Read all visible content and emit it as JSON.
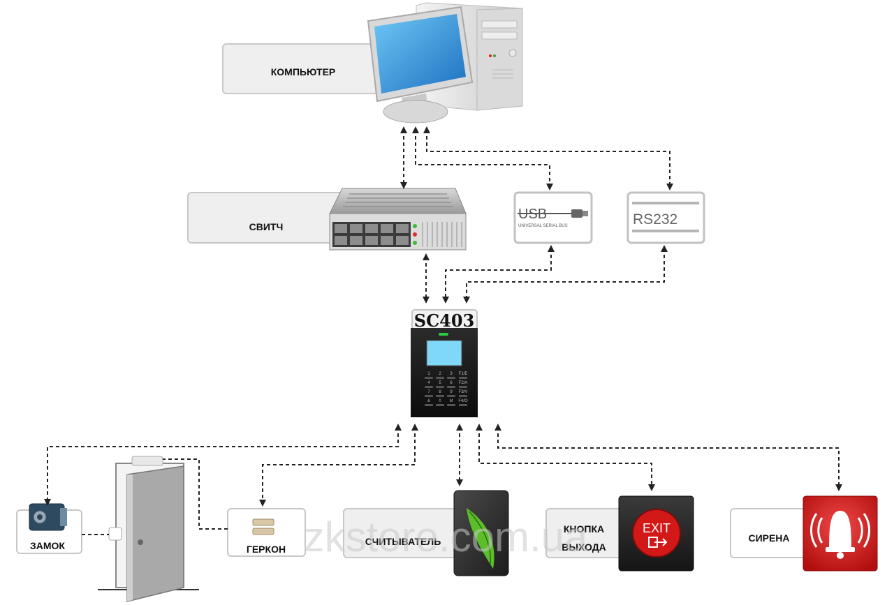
{
  "labels": {
    "computer": "КОМПЬЮТЕР",
    "switch": "СВИТЧ",
    "controller": "SC403",
    "lock": "ЗАМОК",
    "reed": "ГЕРКОН",
    "reader": "СЧИТЫВАТЕЛЬ",
    "exit_line1": "КНОПКА",
    "exit_line2": "ВЫХОДА",
    "siren": "СИРЕНА"
  },
  "usb": {
    "text": "USB",
    "caption": "UNIVERSAL SERIAL BUS"
  },
  "rs232": {
    "text": "RS232"
  },
  "exit_button_text": "EXIT",
  "keypad_keys": [
    "1",
    "2",
    "3",
    "F1/E",
    "4",
    "5",
    "6",
    "F2/A",
    "7",
    "8",
    "9",
    "F3/V",
    "&",
    "0",
    "M",
    "F4/O"
  ],
  "watermark": "zkstore.com.ua",
  "colors": {
    "line": "#222222",
    "box_fill": "#efefef",
    "box_border": "#c7c7c7",
    "siren_red": "#d81818",
    "screen_blue": "#2a8fd8"
  }
}
